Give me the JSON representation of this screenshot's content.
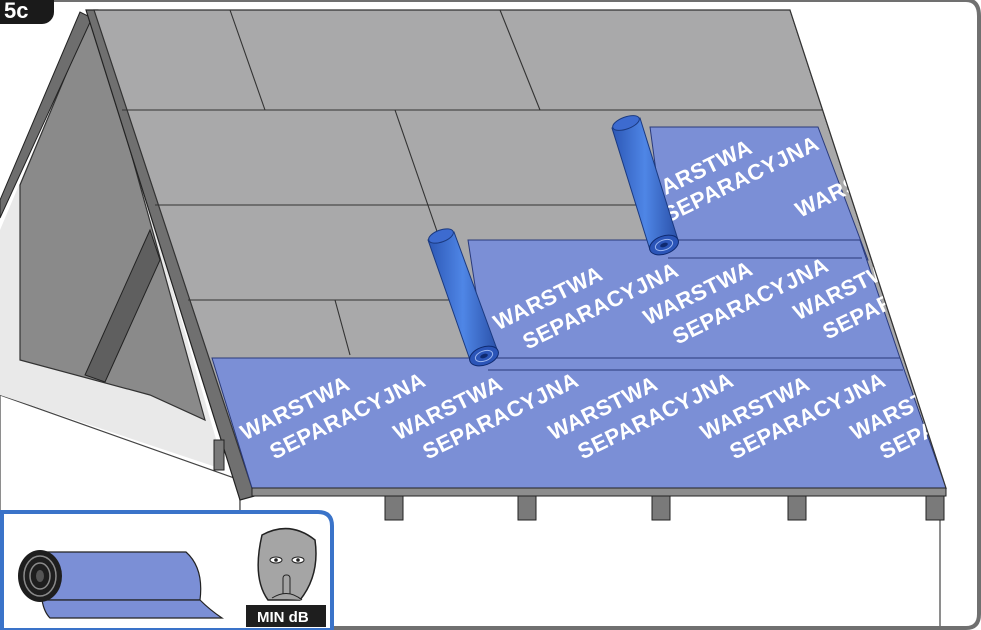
{
  "step": {
    "label": "5c"
  },
  "membrane": {
    "word1": "WARSTWA",
    "word2": "SEPARACYJNA",
    "color": "#7b8fd6",
    "roll_color": "#3f6fd0"
  },
  "inset": {
    "badge": "MIN dB",
    "frame_color": "#3a73c9"
  },
  "colors": {
    "roof_panel": "#a9a9aa",
    "rafter": "#6a6a6a",
    "frame": "#707070"
  }
}
